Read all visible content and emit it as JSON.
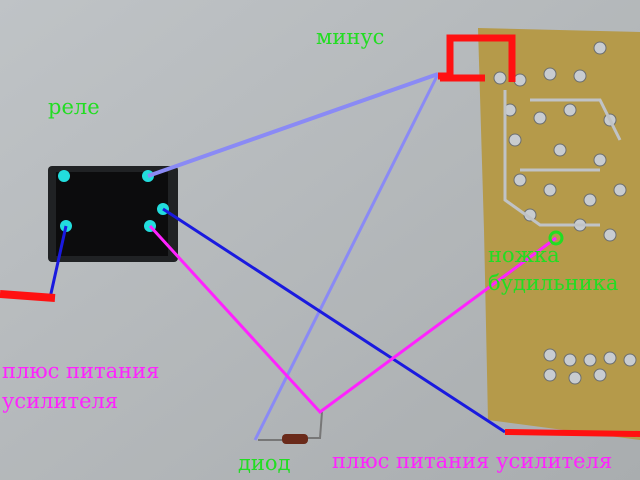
{
  "labels": {
    "relay": "реле",
    "minus": "минус",
    "alarm_leg": "ножка\nбудильника",
    "alarm_leg_1": "ножка",
    "alarm_leg_2": "будильника",
    "amp_plus_left_1": "плюс питания",
    "amp_plus_left_2": "усилителя",
    "diode": "диод",
    "amp_plus_bottom": "плюс питания усилителя"
  },
  "colors": {
    "background": "#b8bcbf",
    "board": "#b59a4a",
    "relay": "#111111",
    "pin": "#22dddd",
    "wire_blue": "#1a1adf",
    "wire_light": "#8a8af5",
    "wire_magenta": "#ff22ff",
    "wire_red": "#ff1111",
    "label_green": "#22dd22",
    "label_magenta": "#ff22ff"
  }
}
